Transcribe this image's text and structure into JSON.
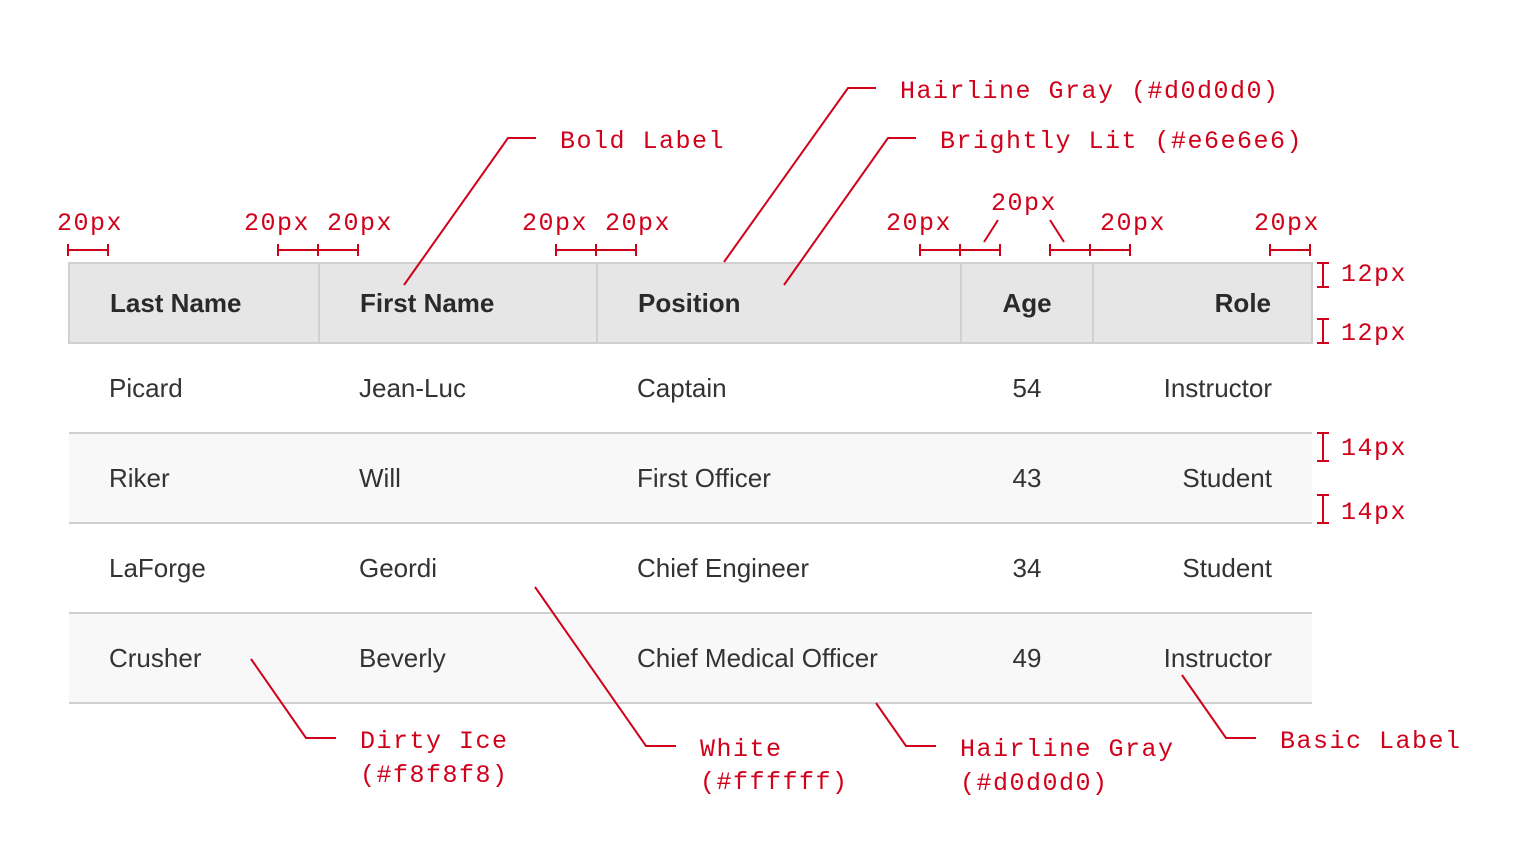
{
  "table": {
    "headers": [
      "Last Name",
      "First Name",
      "Position",
      "Age",
      "Role"
    ],
    "rows": [
      [
        "Picard",
        "Jean-Luc",
        "Captain",
        "54",
        "Instructor"
      ],
      [
        "Riker",
        "Will",
        "First Officer",
        "43",
        "Student"
      ],
      [
        "LaForge",
        "Geordi",
        "Chief Engineer",
        "34",
        "Student"
      ],
      [
        "Crusher",
        "Beverly",
        "Chief Medical Officer",
        "49",
        "Instructor"
      ]
    ]
  },
  "colors": {
    "annotation": "#d0021b",
    "header_bg": "#e6e6e6",
    "hairline": "#d0d0d0",
    "stripe": "#f8f8f8",
    "row_bg": "#ffffff"
  },
  "annotations": {
    "hairline_gray_top": "Hairline Gray (#d0d0d0)",
    "bold_label": "Bold Label",
    "brightly_lit": "Brightly Lit (#e6e6e6)",
    "padding_20": "20px",
    "padding_12": "12px",
    "padding_14": "14px",
    "dirty_ice": [
      "Dirty Ice",
      "(#f8f8f8)"
    ],
    "white": [
      "White",
      "(#ffffff)"
    ],
    "hairline_gray_bottom": [
      "Hairline Gray",
      "(#d0d0d0)"
    ],
    "basic_label": "Basic Label"
  }
}
